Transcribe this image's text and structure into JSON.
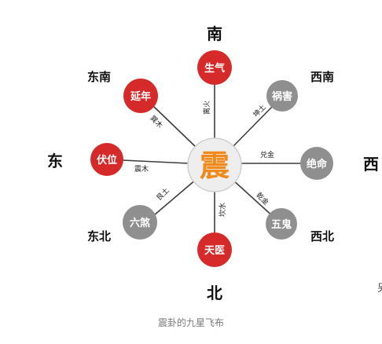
{
  "directions": {
    "north": "北",
    "south": "南",
    "east": "东",
    "west": "西",
    "southeast": "东南",
    "southwest": "西南",
    "northeast": "东北",
    "northwest": "西北"
  },
  "center": {
    "label": "震",
    "color": "#f08a1c"
  },
  "stars": {
    "south": "生气",
    "southwest": "祸害",
    "west": "绝命",
    "northwest": "五鬼",
    "north": "天医",
    "northeast": "六煞",
    "east": "伏位",
    "southeast": "延年"
  },
  "line_labels": {
    "south": "离火",
    "southwest": "坤土",
    "west": "兑金",
    "northwest": "乾金",
    "north": "坎水",
    "northeast": "艮土",
    "east": "震木",
    "southeast": "巽木"
  },
  "colors": {
    "auspicious": "#d62a2a",
    "inauspicious": "#8f8f8f",
    "line": "#3c3c3c",
    "center_fill": "#eeeeee",
    "direction_text": "#111111"
  },
  "caption": "震卦的九星飞布",
  "edge_fragment": "另"
}
